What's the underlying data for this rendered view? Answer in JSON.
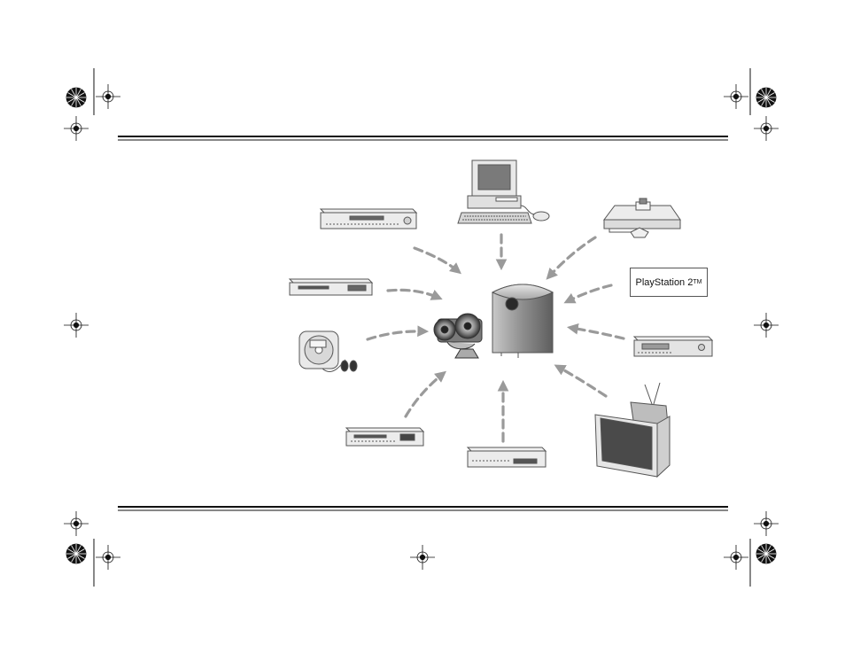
{
  "labels": {
    "ps2_name": "PlayStation 2",
    "ps2_mark": "TM"
  },
  "devices": [
    {
      "id": "computer",
      "icon": "computer-icon"
    },
    {
      "id": "game-console",
      "icon": "game-console-icon"
    },
    {
      "id": "playstation-2",
      "icon": "playstation-2-label"
    },
    {
      "id": "av-receiver",
      "icon": "receiver-icon"
    },
    {
      "id": "television",
      "icon": "television-icon"
    },
    {
      "id": "vcr",
      "icon": "vcr-icon"
    },
    {
      "id": "dvd-recorder",
      "icon": "dvd-recorder-icon"
    },
    {
      "id": "portable-cd",
      "icon": "portable-cd-player-icon"
    },
    {
      "id": "cd-player",
      "icon": "cd-player-icon"
    },
    {
      "id": "dvd-player",
      "icon": "dvd-player-icon"
    }
  ],
  "colors": {
    "arrow": "#9a9a9a",
    "device_fill": "#e9e9e9",
    "device_stroke": "#555555",
    "subwoofer_fill": "#9a9a9a",
    "rule": "#111111"
  }
}
